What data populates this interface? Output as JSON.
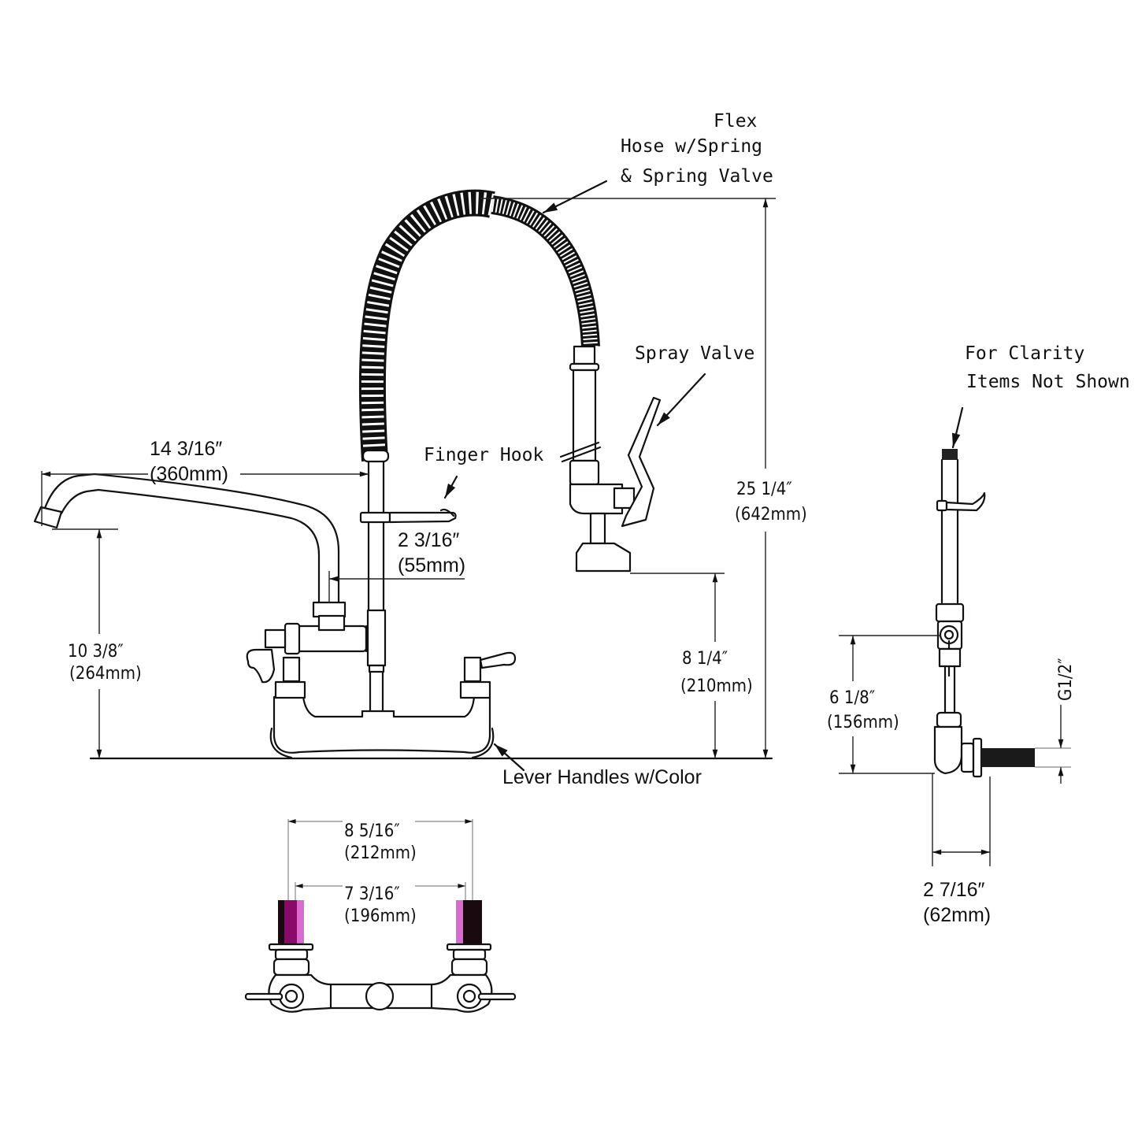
{
  "diagram": {
    "title": "Pre-Rinse Faucet Dimension Drawing",
    "colors": {
      "line": "#111111",
      "thread_dark": "#1a0a10",
      "thread_magenta": "#8a0a6a",
      "thread_pink": "#d86ad0"
    },
    "callouts": {
      "flex_hose": [
        "Flex",
        "Hose w/Spring",
        "& Spring Valve"
      ],
      "spray_valve": "Spray Valve",
      "finger_hook": "Finger Hook",
      "lever_handles": "Lever Handles w/Color",
      "clarity_note": [
        "For Clarity",
        "Items Not Shown"
      ]
    },
    "dimensions": {
      "spout_reach": {
        "inch": "14  3/16″",
        "mm": "(360mm)"
      },
      "hook_offset": {
        "inch": "2  3/16″",
        "mm": "(55mm)"
      },
      "spout_height": {
        "inch": "10 3/8″",
        "mm": "(264mm)"
      },
      "spray_height": {
        "inch": "8 1/4″",
        "mm": "(210mm)"
      },
      "overall_height": {
        "inch": "25 1/4″",
        "mm": "(642mm)"
      },
      "outer_centers": {
        "inch": "8 5/16″",
        "mm": "(212mm)"
      },
      "inner_centers": {
        "inch": "7 3/16″",
        "mm": "(196mm)"
      },
      "side_height": {
        "inch": "6 1/8″",
        "mm": "(156mm)"
      },
      "wall_depth": {
        "inch": "2  7/16″",
        "mm": "(62mm)"
      },
      "thread_size": "G1/2″"
    }
  }
}
